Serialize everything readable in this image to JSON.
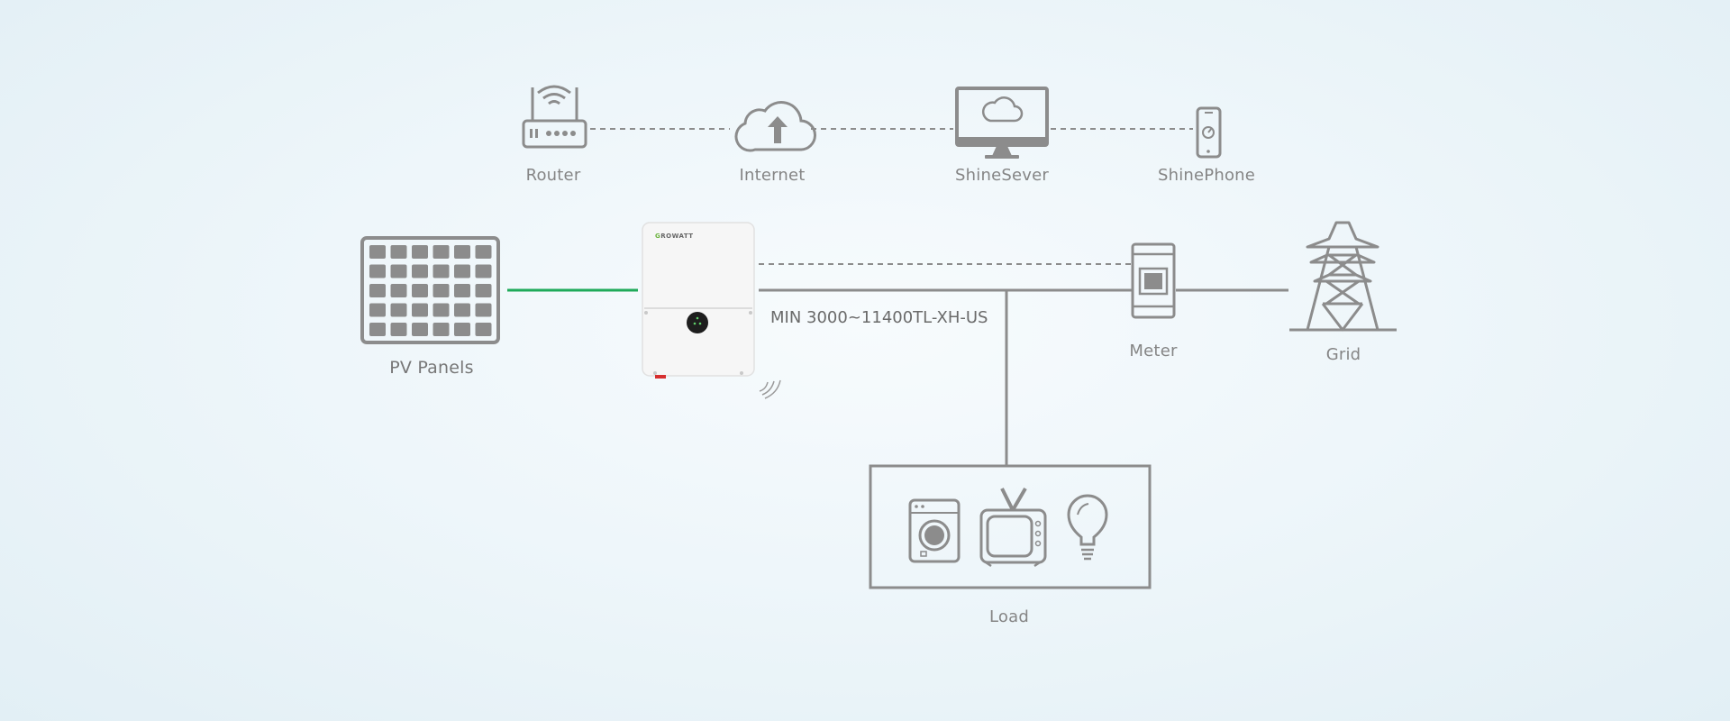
{
  "nodes": {
    "router": {
      "label": "Router"
    },
    "internet": {
      "label": "Internet"
    },
    "shineserver": {
      "label": "ShineSever"
    },
    "shinephone": {
      "label": "ShinePhone"
    },
    "pv_panels": {
      "label": "PV Panels"
    },
    "inverter": {
      "model": "MIN 3000~11400TL-XH-US",
      "brand_initial": "G",
      "brand_rest": "ROWATT"
    },
    "meter": {
      "label": "Meter"
    },
    "grid": {
      "label": "Grid"
    },
    "load": {
      "label": "Load"
    }
  },
  "colors": {
    "icon_gray": "#8c8c8c",
    "dc_line": "#1faa5a",
    "ac_line": "#8c8c8c",
    "brand_green": "#6bb33d"
  },
  "icons": [
    "router-icon",
    "cloud-upload-icon",
    "monitor-cloud-icon",
    "smartphone-icon",
    "solar-panel-icon",
    "inverter-icon",
    "wifi-signal-icon",
    "energy-meter-icon",
    "transmission-tower-icon",
    "washing-machine-icon",
    "television-icon",
    "light-bulb-icon"
  ]
}
